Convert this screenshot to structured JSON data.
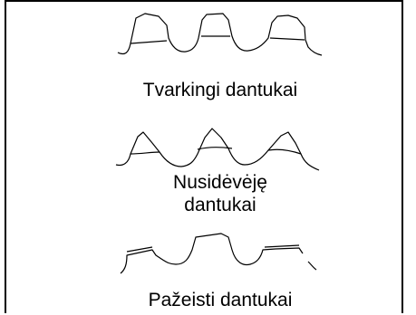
{
  "captions": {
    "normal": "Tvarkingi dantukai",
    "worn_line1": "Nusidėvėję",
    "worn_line2": "dantukai",
    "damaged": "Pažeisti dantukai"
  }
}
